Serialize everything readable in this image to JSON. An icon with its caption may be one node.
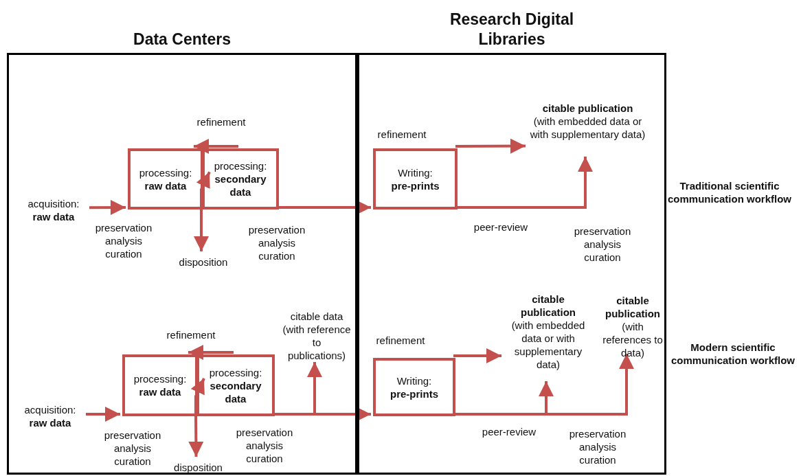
{
  "diagram": {
    "nodes": [
      {
        "text": [
          "Data Centers"
        ]
      },
      {
        "text": [
          "Research Digital Libraries"
        ]
      },
      {
        "text": [
          "acquisition:",
          "raw data"
        ],
        "in": 0
      },
      {
        "text": [
          "processing:",
          "raw data"
        ],
        "in": 0
      },
      {
        "text": [
          "processing:",
          "secondary data"
        ],
        "in": 0
      },
      {
        "text": [
          "disposition"
        ],
        "in": 0
      },
      {
        "text": [
          "Writing:",
          "pre-prints"
        ],
        "in": 1
      },
      {
        "text": [
          "citable publication",
          "(with embedded data or with supplementary data)"
        ],
        "in": 1
      },
      {
        "text": [
          "acquisition:",
          "raw data"
        ],
        "in": 0
      },
      {
        "text": [
          "processing:",
          "raw data"
        ],
        "in": 0
      },
      {
        "text": [
          "processing:",
          "secondary data"
        ],
        "in": 0
      },
      {
        "text": [
          "disposition"
        ],
        "in": 0
      },
      {
        "text": [
          "citable data (with reference to publications)"
        ],
        "in": 0
      },
      {
        "text": [
          "Writing:",
          "pre-prints"
        ],
        "in": 1
      },
      {
        "text": [
          "citable publication",
          "(with embedded data or with supplementary data)"
        ],
        "in": 1
      },
      {
        "text": [
          "citable publication",
          "(with references to data)"
        ],
        "in": 1
      }
    ],
    "edges": [
      {
        "from": 2,
        "to": 3,
        "arrow": "to"
      },
      {
        "from": 4,
        "to": 3,
        "arrow": "to"
      },
      {
        "from": 3,
        "to": 4,
        "arrow": "to"
      },
      {
        "from": 3,
        "to": 5,
        "arrow": "to"
      },
      {
        "from": 4,
        "to": 6,
        "arrow": "to"
      },
      {
        "from": 6,
        "to": 7,
        "arrow": "to"
      },
      {
        "from": 6,
        "to": 7,
        "arrow": "to"
      },
      {
        "from": 8,
        "to": 9,
        "arrow": "to"
      },
      {
        "from": 10,
        "to": 9,
        "arrow": "to"
      },
      {
        "from": 9,
        "to": 10,
        "arrow": "to"
      },
      {
        "from": 9,
        "to": 11,
        "arrow": "to"
      },
      {
        "from": 10,
        "to": 12,
        "arrow": "to"
      },
      {
        "from": 10,
        "to": 13,
        "arrow": "to"
      },
      {
        "from": 13,
        "to": 14,
        "arrow": "to"
      },
      {
        "from": 13,
        "to": 14,
        "arrow": "to"
      },
      {
        "from": 13,
        "to": 15,
        "arrow": "to"
      }
    ],
    "labels": [
      "refinement",
      "refinement",
      "Traditional scientific communication workflow",
      "preservation analysis curation",
      "preservation analysis curation",
      "peer-review",
      "preservation analysis curation",
      "refinement",
      "refinement",
      "Modern scientific communication workflow",
      "preservation analysis curation",
      "preservation analysis curation",
      "peer-review",
      "preservation analysis curation"
    ]
  }
}
